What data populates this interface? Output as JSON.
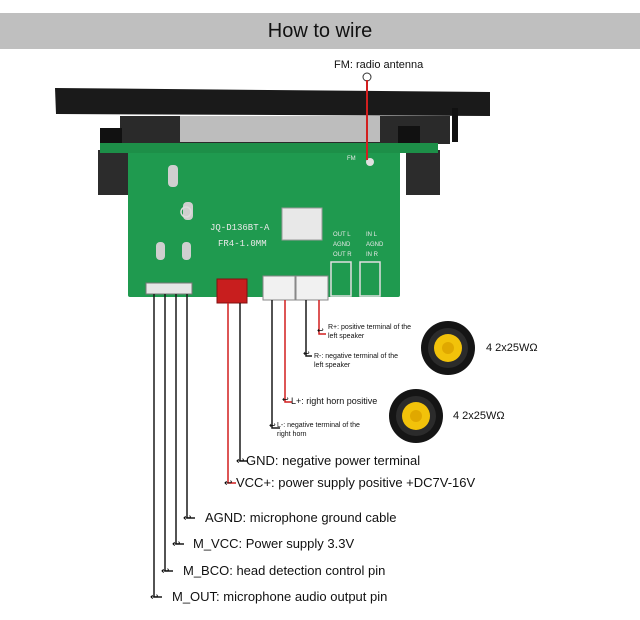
{
  "title": "How to wire",
  "fm_label": "FM: radio antenna",
  "board": {
    "model": "JQ-D136BT-A",
    "thickness": "FR4-1.0MM",
    "fm_mark": "FM",
    "out_l": "OUT L",
    "in_l": "IN L",
    "agnd": "AGND",
    "agnd2": "AGND",
    "out_r": "OUT R",
    "in_r": "IN R"
  },
  "speaker_labels": [
    {
      "symbol": "R+",
      "text": "R+: positive terminal of the left speaker"
    },
    {
      "symbol": "R-",
      "text": "R-: negative terminal of the left speaker"
    },
    {
      "symbol": "L+",
      "text": "L+: right horn positive"
    },
    {
      "symbol": "L-",
      "text": "L-: negative terminal of the right horn"
    }
  ],
  "speakers": [
    {
      "rating": "4 2x25WΩ"
    },
    {
      "rating": "4 2x25WΩ"
    }
  ],
  "power_labels": [
    {
      "text": "GND: negative power terminal"
    },
    {
      "text": "VCC+: power supply positive +DC7V-16V"
    }
  ],
  "mic_labels": [
    {
      "text": "AGND: microphone ground cable"
    },
    {
      "text": "M_VCC: Power supply 3.3V"
    },
    {
      "text": "M_BCO: head detection control pin"
    },
    {
      "text": "M_OUT: microphone audio output pin"
    }
  ],
  "colors": {
    "banner": "#bfbfbf",
    "pcb": "#1f9a4f",
    "wire_red": "#d21f1f",
    "wire_black": "#1a1a1a"
  }
}
